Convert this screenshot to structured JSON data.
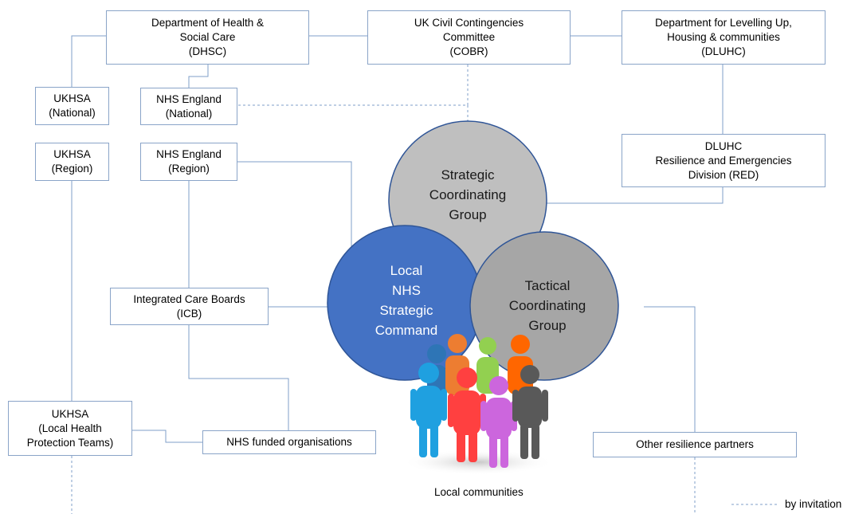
{
  "boxes": {
    "dhsc": "Department of Health &\nSocial Care\n(DHSC)",
    "cobr": "UK Civil Contingencies\nCommittee\n(COBR)",
    "dluhc": "Department for Levelling Up,\nHousing & communities\n(DLUHC)",
    "ukhsa_national": "UKHSA\n(National)",
    "nhs_england_national": "NHS England\n(National)",
    "ukhsa_region": "UKHSA\n(Region)",
    "nhs_england_region": "NHS England\n(Region)",
    "dluhc_red": "DLUHC\nResilience and Emergencies\nDivision (RED)",
    "icb": "Integrated Care Boards\n(ICB)",
    "ukhsa_local": "UKHSA\n(Local Health\nProtection Teams)",
    "nhs_funded": "NHS funded organisations",
    "other_partners": "Other resilience partners"
  },
  "circles": {
    "scg": "Strategic\nCoordinating\nGroup",
    "local_nhs": "Local\nNHS\nStrategic\nCommand",
    "tcg": "Tactical\nCoordinating\nGroup"
  },
  "captions": {
    "local_communities": "Local communities",
    "legend_by_invitation": "by invitation"
  },
  "colors": {
    "connector": "#7f9fc8",
    "box_border": "#8aa4c8",
    "scg_fill": "#bfbfbf",
    "local_nhs_fill": "#4472c4",
    "tcg_fill": "#a6a6a6",
    "circle_stroke": "#2f5597",
    "people": [
      "#2e75b6",
      "#ed7d31",
      "#92d050",
      "#ff6600",
      "#1fa0e0",
      "#ff4040",
      "#cc66dd",
      "#595959"
    ]
  },
  "icons": {
    "people_group": "people-group-icon"
  }
}
